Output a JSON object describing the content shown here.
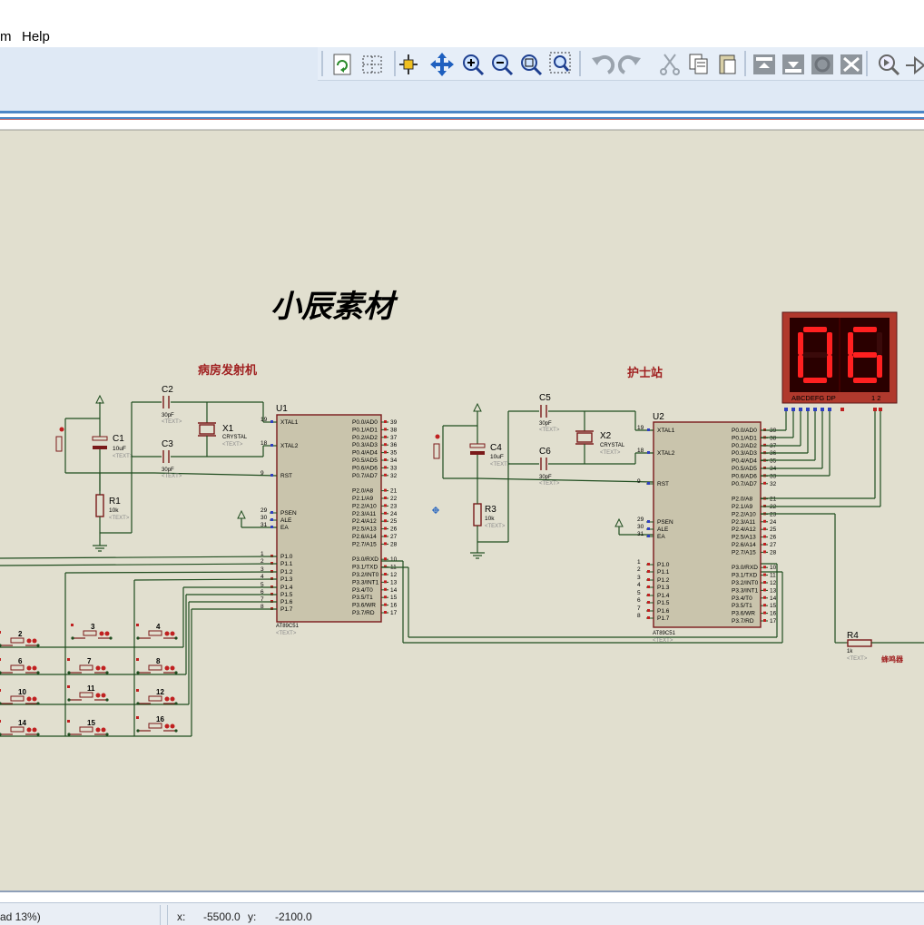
{
  "menu": {
    "items": [
      "m",
      "Help"
    ]
  },
  "toolbar": {
    "icons": [
      "refresh-icon",
      "grid-icon",
      "origin-icon",
      "pan-icon",
      "zoom-in-icon",
      "zoom-out-icon",
      "zoom-all-icon",
      "zoom-area-icon",
      "undo-icon",
      "redo-icon",
      "cut-icon",
      "copy-icon",
      "paste-icon",
      "block-copy-icon",
      "block-move-icon",
      "block-rotate-icon",
      "block-delete-icon",
      "pick-device-icon",
      "make-device-icon"
    ]
  },
  "schematic": {
    "watermark": "小辰素材",
    "ward_title": "病房发射机",
    "nurse_title": "护士站",
    "buzzer_label": "蜂鸣器",
    "components": {
      "C1": {
        "ref": "C1",
        "value": "10uF"
      },
      "C2": {
        "ref": "C2",
        "value": "30pF"
      },
      "C3": {
        "ref": "C3",
        "value": "30pF"
      },
      "C4": {
        "ref": "C4",
        "value": "10uF"
      },
      "C5": {
        "ref": "C5",
        "value": "30pF"
      },
      "C6": {
        "ref": "C6",
        "value": "30pF"
      },
      "R1": {
        "ref": "R1",
        "value": "10k"
      },
      "R3": {
        "ref": "R3",
        "value": "10k"
      },
      "R4": {
        "ref": "R4",
        "value": "1k"
      },
      "X1": {
        "ref": "X1",
        "value": "CRYSTAL"
      },
      "X2": {
        "ref": "X2",
        "value": "CRYSTAL"
      },
      "U1": {
        "ref": "U1",
        "part": "AT89C51"
      },
      "U2": {
        "ref": "U2",
        "part": "AT89C51"
      }
    },
    "text_placeholder": "<TEXT>",
    "mcu_right_labels": [
      "P0.0/AD0",
      "P0.1/AD1",
      "P0.2/AD2",
      "P0.3/AD3",
      "P0.4/AD4",
      "P0.5/AD5",
      "P0.6/AD6",
      "P0.7/AD7",
      "",
      "P2.0/A8",
      "P2.1/A9",
      "P2.2/A10",
      "P2.3/A11",
      "P2.4/A12",
      "P2.5/A13",
      "P2.6/A14",
      "P2.7/A15",
      "",
      "P3.0/RXD",
      "P3.1/TXD",
      "P3.2/INT0",
      "P3.3/INT1",
      "P3.4/T0",
      "P3.5/T1",
      "P3.6/WR",
      "P3.7/RD"
    ],
    "mcu_right_pins": [
      "39",
      "38",
      "37",
      "36",
      "35",
      "34",
      "33",
      "32",
      "",
      "21",
      "22",
      "23",
      "24",
      "25",
      "26",
      "27",
      "28",
      "",
      "10",
      "11",
      "12",
      "13",
      "14",
      "15",
      "16",
      "17"
    ],
    "mcu_left_labels": [
      "XTAL1",
      "XTAL2",
      "RST",
      "PSEN",
      "ALE",
      "EA",
      "P1.0",
      "P1.1",
      "P1.2",
      "P1.3",
      "P1.4",
      "P1.5",
      "P1.6",
      "P1.7"
    ],
    "mcu_left_pins": [
      "19",
      "18",
      "9",
      "29",
      "30",
      "31",
      "1",
      "2",
      "3",
      "4",
      "5",
      "6",
      "7",
      "8"
    ],
    "display": {
      "digits": "06",
      "segment_label": "ABCDEFG  DP",
      "digit_pins": "1 2"
    },
    "buttons": [
      "2",
      "4",
      "6",
      "7",
      "8",
      "10",
      "11",
      "12",
      "14",
      "15",
      "16"
    ]
  },
  "status": {
    "left": "ad 13%)",
    "x_label": "x:",
    "x_value": "-5500.0",
    "y_label": "y:",
    "y_value": "-2100.0"
  },
  "colors": {
    "canvas": "#e1dfcf",
    "wire": "#1f4d1f",
    "component": "#7a1a1a",
    "chip_fill": "#c9c4ac",
    "display_bg": "#2a0000",
    "segment_on": "#ff2020",
    "title_red": "#a02020"
  }
}
